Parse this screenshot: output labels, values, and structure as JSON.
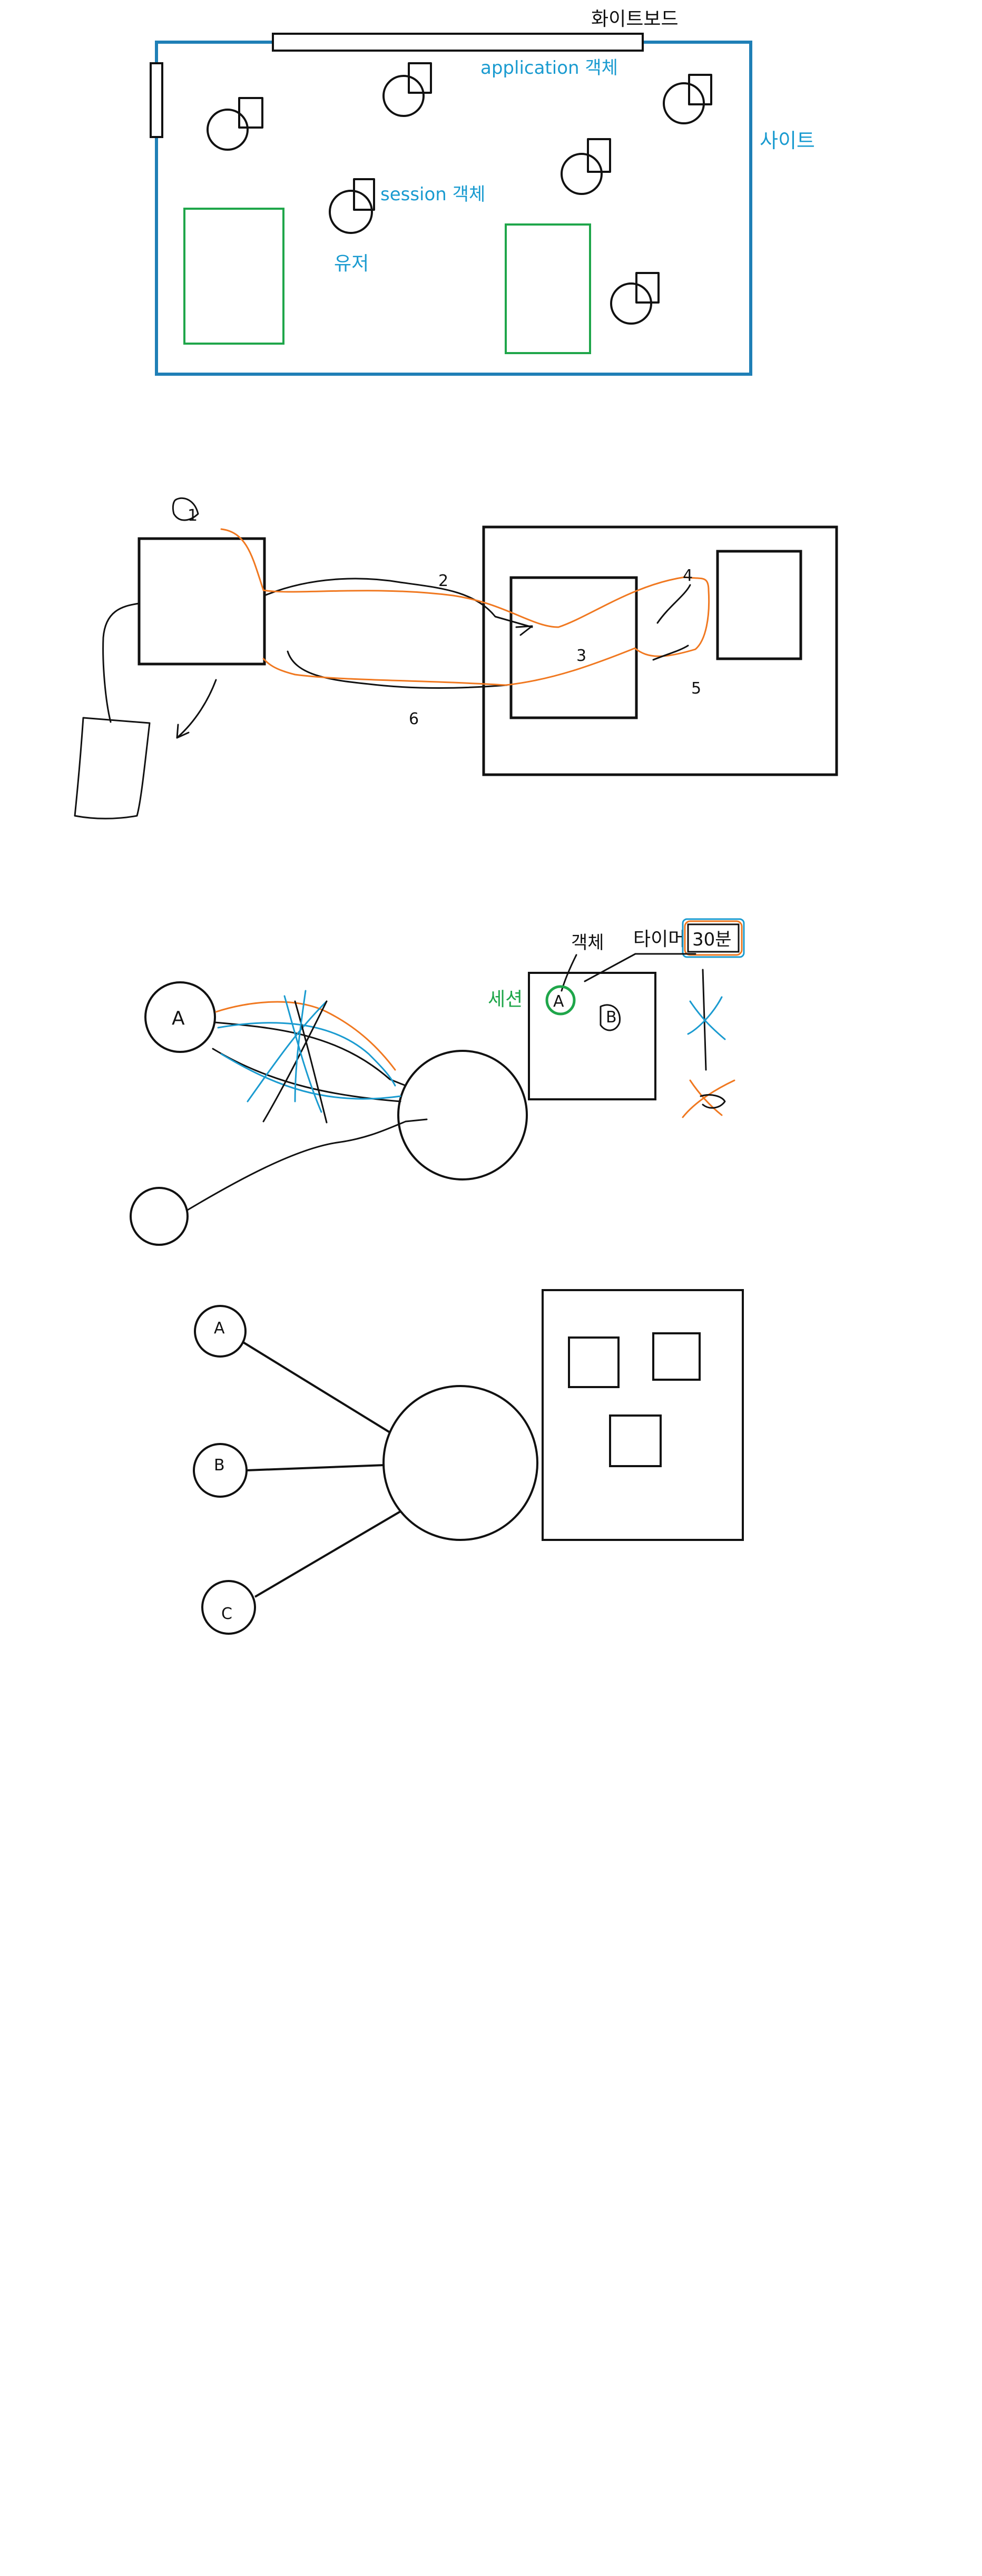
{
  "colors": {
    "ink": "#111111",
    "blue": "#1a9bd0",
    "green": "#1fa64a",
    "orange": "#f07820",
    "frame_blue": "#1f7fb6"
  },
  "diagram1": {
    "whiteboard": "화이트보드",
    "application": "application 객체",
    "site": "사이트",
    "session": "session 객체",
    "user": "유저"
  },
  "diagram2": {
    "marks": [
      "1",
      "2",
      "3",
      "4",
      "5",
      "6"
    ]
  },
  "diagram3": {
    "node_a": "A",
    "session": "세션",
    "object": "객체",
    "timer": "타이머",
    "timer_value": "30분",
    "a_mark": "A",
    "b_mark": "B"
  },
  "diagram4": {
    "nodes": [
      "A",
      "B",
      "C"
    ]
  }
}
